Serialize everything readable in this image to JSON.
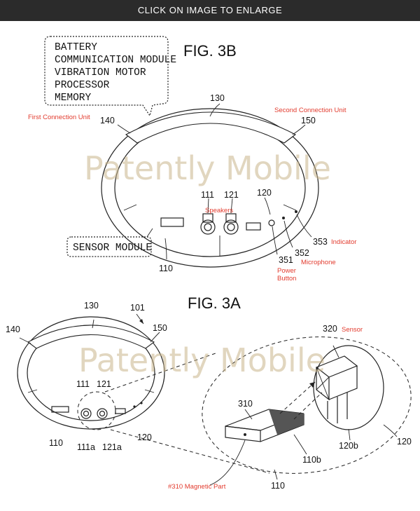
{
  "header": {
    "enlarge_label": "CLICK ON IMAGE TO ENLARGE"
  },
  "watermark": "Patently Mobile",
  "fig3b": {
    "title": "FIG. 3B",
    "module_lines": [
      "BATTERY",
      "COMMUNICATION MODULE",
      "VIBRATION MOTOR",
      "PROCESSOR",
      "MEMORY"
    ],
    "sensor_module": "SENSOR MODULE",
    "refs": {
      "r130": "130",
      "r140": "140",
      "r150": "150",
      "r111": "111",
      "r121": "121",
      "r120": "120",
      "r353": "353",
      "r352": "352",
      "r351": "351",
      "r110": "110"
    },
    "annotations": {
      "first_connection": "First Connection Unit",
      "second_connection": "Second Connection Unit",
      "speakers": "Speakers",
      "indicator": "Indicator",
      "microphone": "Microphone",
      "power_line1": "Power",
      "power_line2": "Button"
    }
  },
  "fig3a": {
    "title": "FIG. 3A",
    "refs": {
      "r130": "130",
      "r101": "101",
      "r140": "140",
      "r150": "150",
      "r111": "111",
      "r121": "121",
      "r110": "110",
      "r111a": "111a",
      "r121a": "121a",
      "r120": "120",
      "r320": "320",
      "r310": "310",
      "r120b": "120b",
      "r120_right": "120",
      "r110b": "110b",
      "r110_bottom": "110"
    },
    "annotations": {
      "sensor": "Sensor",
      "magnetic_part": "#310 Magnetic Part"
    }
  },
  "colors": {
    "annotation": "#e23b2e",
    "watermark": "#c9b48a",
    "header_bg": "#2b2b2b"
  }
}
